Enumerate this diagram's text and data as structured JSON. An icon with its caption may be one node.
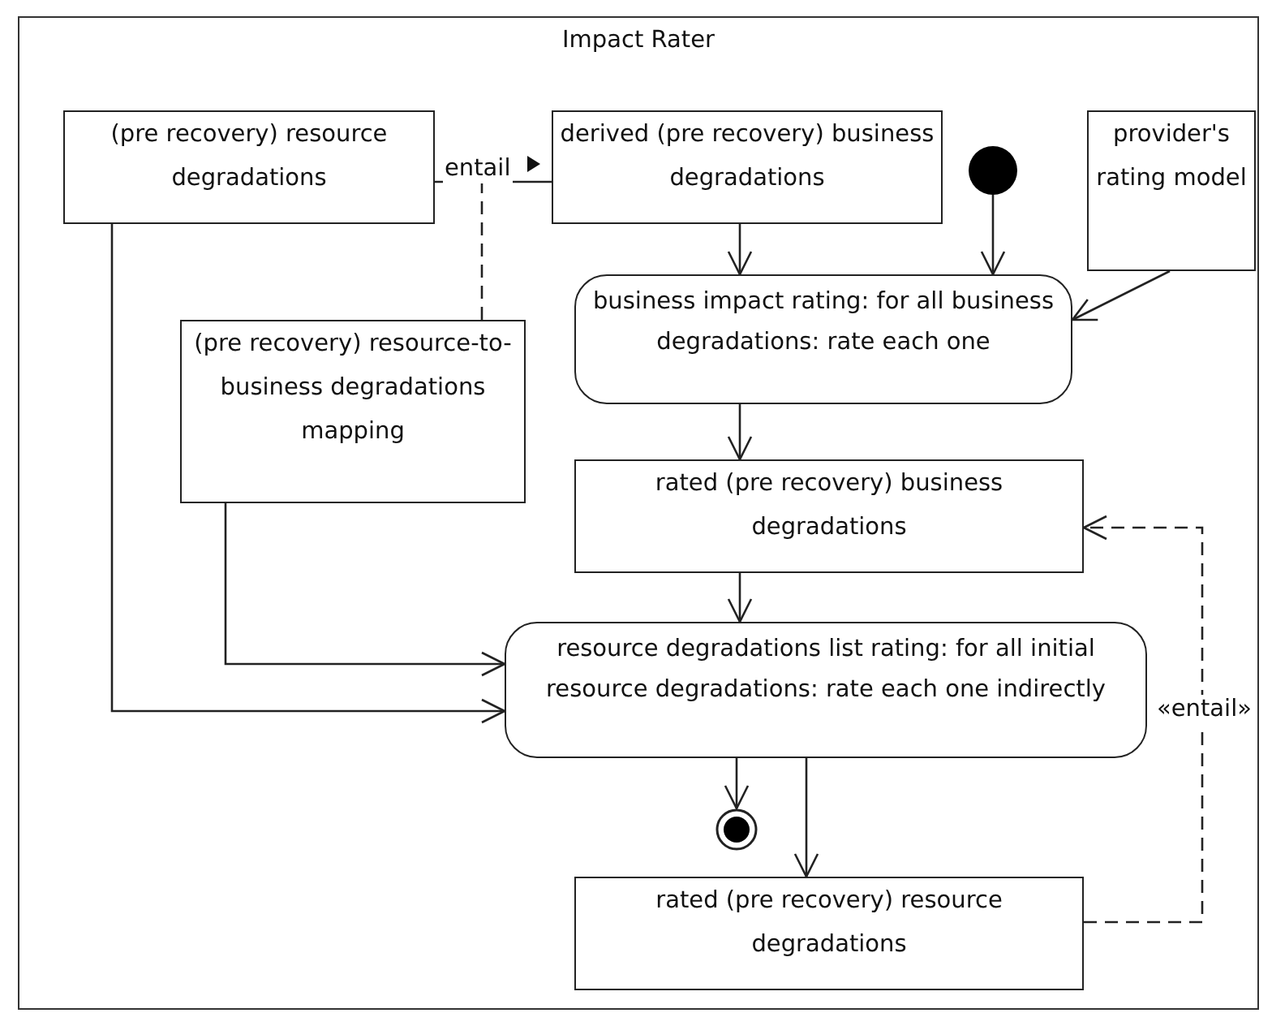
{
  "diagram": {
    "nodes": [
      {
        "text": [
          "Impact Rater"
        ]
      },
      {
        "text": [
          "(pre recovery) resource degradations"
        ],
        "in": 0
      },
      {
        "text": [
          "derived (pre recovery) business degradations"
        ],
        "in": 0
      },
      {
        "text": [],
        "shape": "circle",
        "in": 0
      },
      {
        "text": [
          "provider's rating model"
        ],
        "in": 0
      },
      {
        "text": [
          "business impact rating: for all business degradations: rate each one"
        ],
        "in": 0
      },
      {
        "text": [
          "(pre recovery) resource-to-business degradations mapping"
        ],
        "in": 0
      },
      {
        "text": [
          "rated (pre recovery) business degradations"
        ],
        "in": 0
      },
      {
        "text": [
          "resource degradations list rating: for all initial resource degradations: rate each one indirectly"
        ],
        "in": 0
      },
      {
        "text": [],
        "shape": "circle",
        "in": 0
      },
      {
        "text": [
          "rated (pre recovery) resource degradations"
        ],
        "in": 0
      }
    ],
    "edges": [
      {
        "from": 1,
        "to": 2,
        "arrow": "none",
        "label": "entail"
      },
      {
        "from": 6,
        "to": null,
        "arrow": "none",
        "style": "dashed"
      },
      {
        "from": 2,
        "to": 5,
        "arrow": "to"
      },
      {
        "from": 3,
        "to": 5,
        "arrow": "to"
      },
      {
        "from": 4,
        "to": 5,
        "arrow": "to"
      },
      {
        "from": 5,
        "to": 7,
        "arrow": "to"
      },
      {
        "from": 7,
        "to": 8,
        "arrow": "to"
      },
      {
        "from": 6,
        "to": 8,
        "arrow": "to"
      },
      {
        "from": 1,
        "to": 8,
        "arrow": "to"
      },
      {
        "from": 8,
        "to": 9,
        "arrow": "to"
      },
      {
        "from": 8,
        "to": 10,
        "arrow": "to"
      },
      {
        "from": 10,
        "to": 7,
        "arrow": "to",
        "style": "dashed",
        "label": "«entail»"
      }
    ]
  }
}
